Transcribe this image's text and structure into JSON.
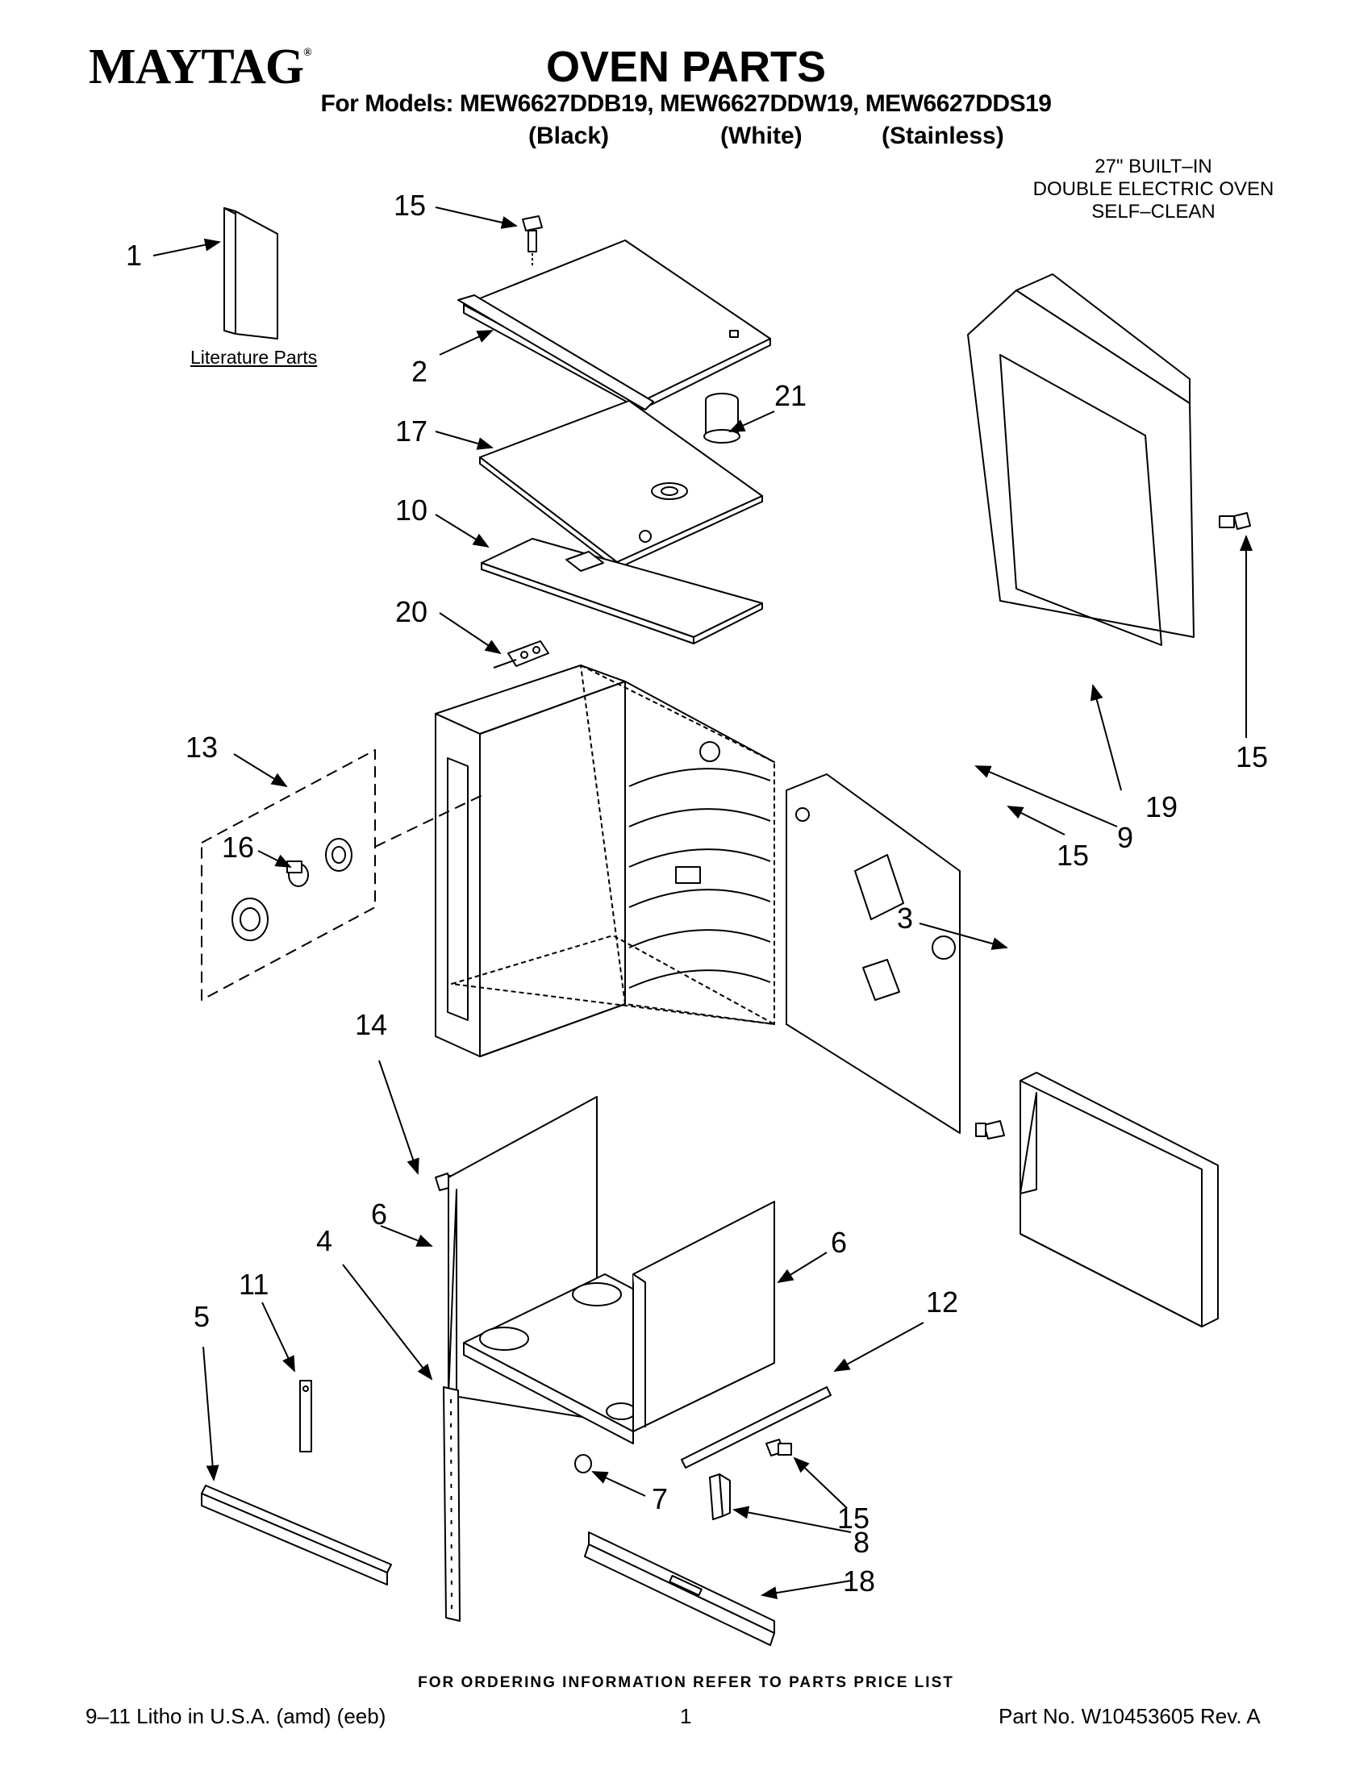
{
  "header": {
    "brand": "MAYTAG",
    "brand_mark": "®",
    "title": "OVEN PARTS",
    "models": "For Models: MEW6627DDB19, MEW6627DDW19, MEW6627DDS19",
    "colors": [
      "(Black)",
      "(White)",
      "(Stainless)"
    ],
    "product_lines": [
      "27\" BUILT–IN",
      "DOUBLE ELECTRIC OVEN",
      "SELF–CLEAN"
    ]
  },
  "literature_label": "Literature Parts",
  "callouts": [
    {
      "id": "c-1",
      "label": "1"
    },
    {
      "id": "c-15a",
      "label": "15"
    },
    {
      "id": "c-2",
      "label": "2"
    },
    {
      "id": "c-21",
      "label": "21"
    },
    {
      "id": "c-17",
      "label": "17"
    },
    {
      "id": "c-10",
      "label": "10"
    },
    {
      "id": "c-20",
      "label": "20"
    },
    {
      "id": "c-13",
      "label": "13"
    },
    {
      "id": "c-16",
      "label": "16"
    },
    {
      "id": "c-15b",
      "label": "15"
    },
    {
      "id": "c-9",
      "label": "9"
    },
    {
      "id": "c-15c",
      "label": "15"
    },
    {
      "id": "c-19",
      "label": "19"
    },
    {
      "id": "c-3",
      "label": "3"
    },
    {
      "id": "c-14",
      "label": "14"
    },
    {
      "id": "c-6a",
      "label": "6"
    },
    {
      "id": "c-6b",
      "label": "6"
    },
    {
      "id": "c-4",
      "label": "4"
    },
    {
      "id": "c-11",
      "label": "11"
    },
    {
      "id": "c-5",
      "label": "5"
    },
    {
      "id": "c-12",
      "label": "12"
    },
    {
      "id": "c-7",
      "label": "7"
    },
    {
      "id": "c-15d",
      "label": "15"
    },
    {
      "id": "c-8",
      "label": "8"
    },
    {
      "id": "c-18",
      "label": "18"
    }
  ],
  "footer": {
    "ordering": "FOR ORDERING INFORMATION REFER TO PARTS PRICE LIST",
    "litho": "9–11 Litho in U.S.A. (amd) (eeb)",
    "page": "1",
    "part_number": "Part No. W10453605 Rev. A"
  }
}
